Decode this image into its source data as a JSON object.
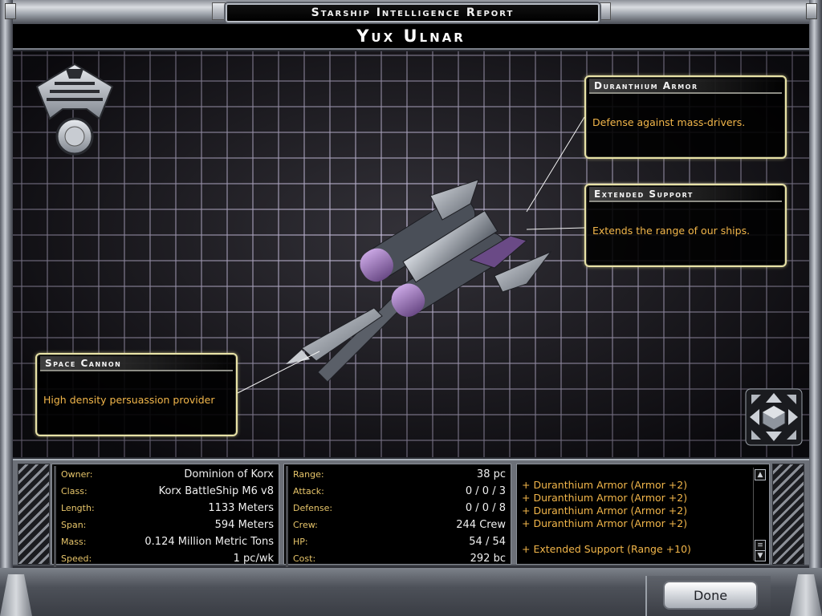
{
  "window": {
    "report_title": "Starship Intelligence Report",
    "ship_name": "Yux Ulnar"
  },
  "callouts": {
    "armor": {
      "title": "Duranthium Armor",
      "desc": "Defense against mass-drivers."
    },
    "support": {
      "title": "Extended Support",
      "desc": "Extends the range of our ships."
    },
    "cannon": {
      "title": "Space Cannon",
      "desc": "High density persuassion provider"
    }
  },
  "stats_left": [
    {
      "label": "Owner:",
      "value": "Dominion of Korx"
    },
    {
      "label": "Class:",
      "value": "Korx BattleShip M6 v8"
    },
    {
      "label": "Length:",
      "value": "1133 Meters"
    },
    {
      "label": "Span:",
      "value": "594 Meters"
    },
    {
      "label": "Mass:",
      "value": "0.124 Million Metric Tons"
    },
    {
      "label": "Speed:",
      "value": "1 pc/wk"
    }
  ],
  "stats_mid": [
    {
      "label": "Range:",
      "value": "38 pc"
    },
    {
      "label": "Attack:",
      "value": "0 / 0 / 3"
    },
    {
      "label": "Defense:",
      "value": "0 / 0 / 8"
    },
    {
      "label": "Crew:",
      "value": "244 Crew"
    },
    {
      "label": "HP:",
      "value": "54 / 54"
    },
    {
      "label": "Cost:",
      "value": "292 bc"
    }
  ],
  "modules": [
    "+ Duranthium Armor (Armor +2)",
    "+ Duranthium Armor (Armor +2)",
    "+ Duranthium Armor (Armor +2)",
    "+ Duranthium Armor (Armor +2)",
    "+ Extended Support (Range +10)"
  ],
  "buttons": {
    "done": "Done"
  },
  "icons": {
    "emblem": "faction-emblem-icon",
    "nav": "rotate-view-icon",
    "scroll_up": "chevron-up-icon",
    "scroll_down": "chevron-down-icon"
  },
  "colors": {
    "accent_text": "#f2b64a",
    "label_text": "#e7c56a",
    "callout_border": "#e8e2a6",
    "grid_line": "#cdc3e6"
  }
}
